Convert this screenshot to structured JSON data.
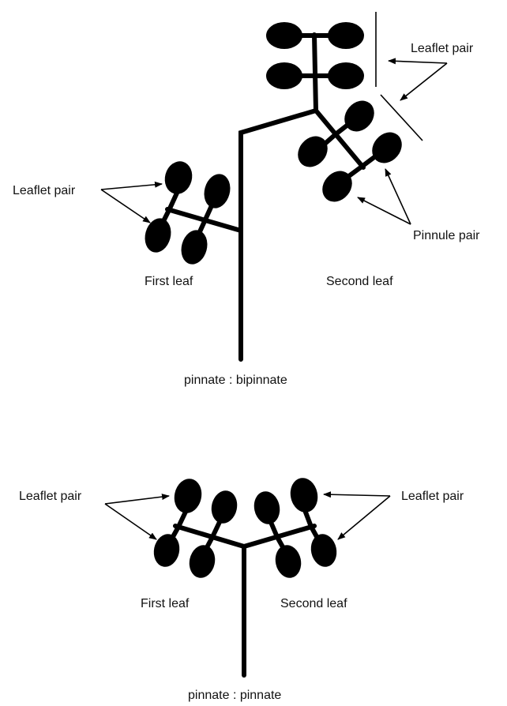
{
  "top": {
    "label_leaflet_left": "Leaflet pair",
    "label_leaflet_right": "Leaflet pair",
    "label_pinnule": "Pinnule pair",
    "label_first_leaf": "First leaf",
    "label_second_leaf": "Second leaf",
    "caption": "pinnate : bipinnate"
  },
  "bottom": {
    "label_leaflet_left": "Leaflet pair",
    "label_leaflet_right": "Leaflet pair",
    "label_first_leaf": "First leaf",
    "label_second_leaf": "Second leaf",
    "caption": "pinnate : pinnate"
  }
}
